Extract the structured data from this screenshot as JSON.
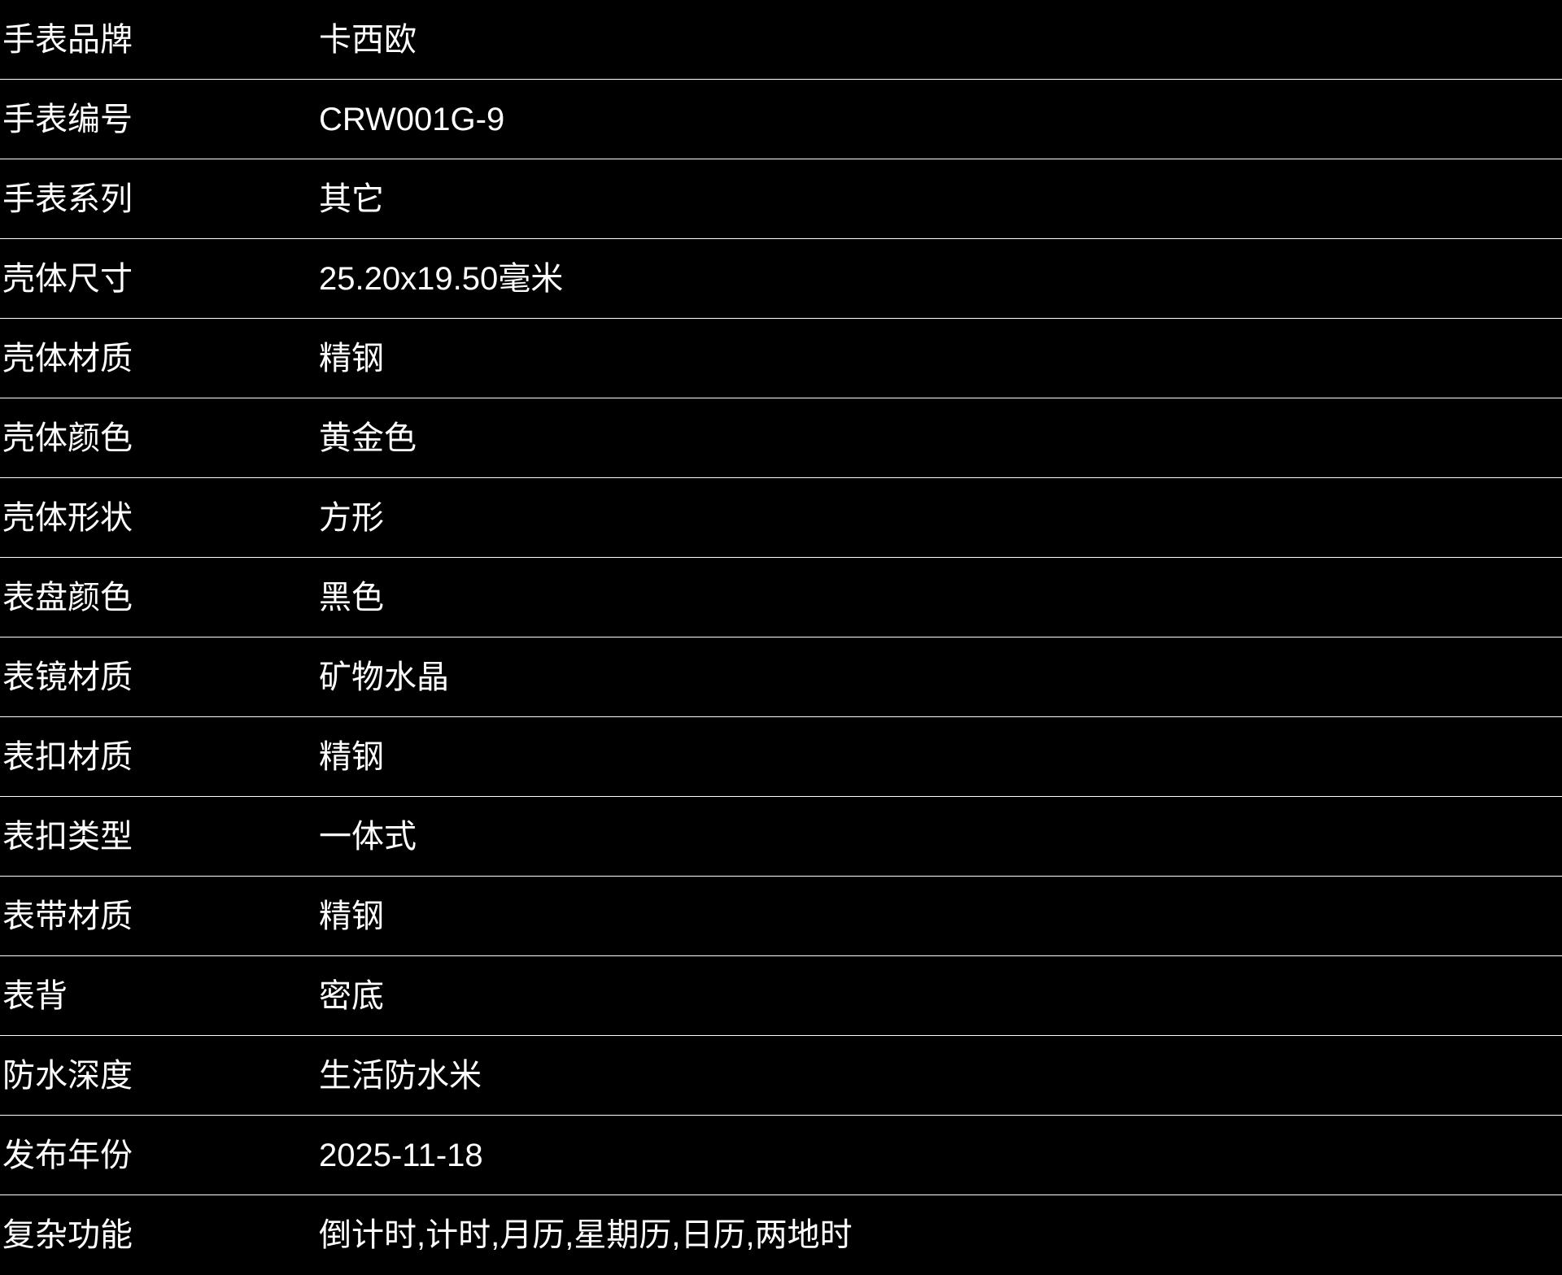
{
  "page": {
    "background_color": "#000000",
    "text_color": "#ffffff",
    "divider_color": "#ffffff"
  },
  "spec_table": {
    "rows": [
      {
        "label": "手表品牌",
        "value": "卡西欧"
      },
      {
        "label": "手表编号",
        "value": "CRW001G-9"
      },
      {
        "label": "手表系列",
        "value": "其它"
      },
      {
        "label": "壳体尺寸",
        "value": "25.20x19.50毫米"
      },
      {
        "label": "壳体材质",
        "value": "精钢"
      },
      {
        "label": "壳体颜色",
        "value": "黄金色"
      },
      {
        "label": "壳体形状",
        "value": "方形"
      },
      {
        "label": "表盘颜色",
        "value": "黑色"
      },
      {
        "label": "表镜材质",
        "value": "矿物水晶"
      },
      {
        "label": "表扣材质",
        "value": "精钢"
      },
      {
        "label": "表扣类型",
        "value": "一体式"
      },
      {
        "label": "表带材质",
        "value": "精钢"
      },
      {
        "label": "表背",
        "value": "密底"
      },
      {
        "label": "防水深度",
        "value": "生活防水米"
      },
      {
        "label": "发布年份",
        "value": "2025-11-18"
      },
      {
        "label": "复杂功能",
        "value": "倒计时,计时,月历,星期历,日历,两地时"
      }
    ]
  }
}
